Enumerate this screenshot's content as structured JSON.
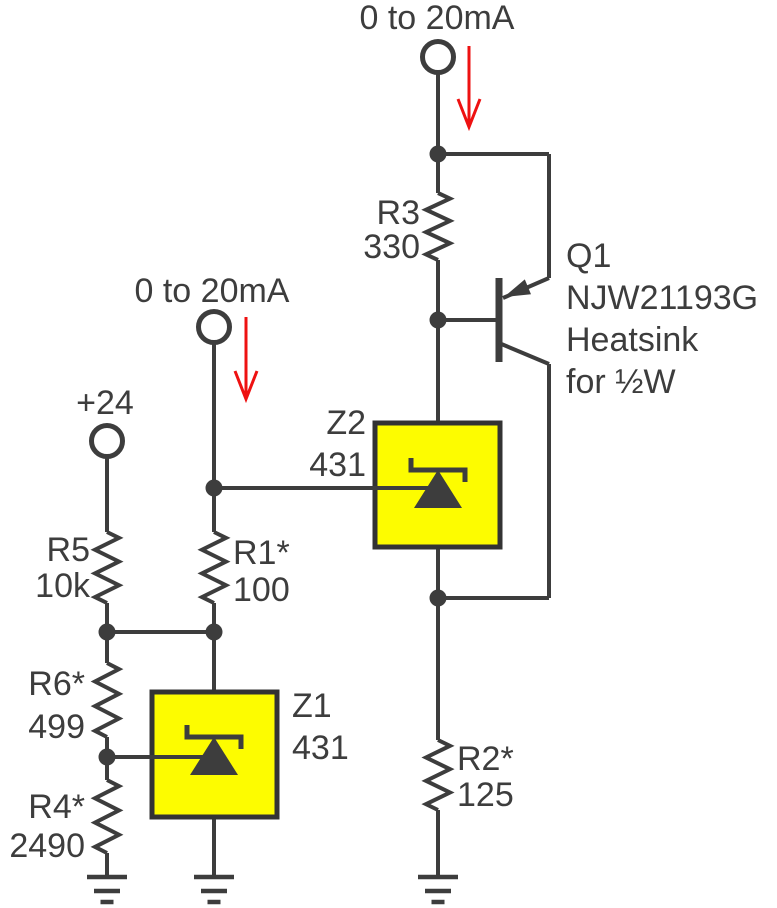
{
  "diagram": {
    "type": "circuit-schematic",
    "colors": {
      "line": "#3d3d3d",
      "current_arrow_red": "#ee1111",
      "ic_fill_yellow": "#fdfc00",
      "ic_border": "#333333",
      "background": "#ffffff"
    },
    "sources": {
      "right_current_label": "0 to 20mA",
      "left_current_label": "0 to 20mA",
      "supply_label": "+24"
    },
    "components": {
      "r1": {
        "ref": "R1*",
        "value": "100"
      },
      "r2": {
        "ref": "R2*",
        "value": "125"
      },
      "r3": {
        "ref": "R3",
        "value": "330"
      },
      "r4": {
        "ref": "R4*",
        "value": "2490"
      },
      "r5": {
        "ref": "R5",
        "value": "10k"
      },
      "r6": {
        "ref": "R6*",
        "value": "499"
      },
      "z1": {
        "ref": "Z1",
        "value": "431"
      },
      "z2": {
        "ref": "Z2",
        "value": "431"
      },
      "q1": {
        "ref": "Q1",
        "part": "NJW21193G",
        "note_line1": "Heatsink",
        "note_line2": "for ½W"
      }
    }
  }
}
